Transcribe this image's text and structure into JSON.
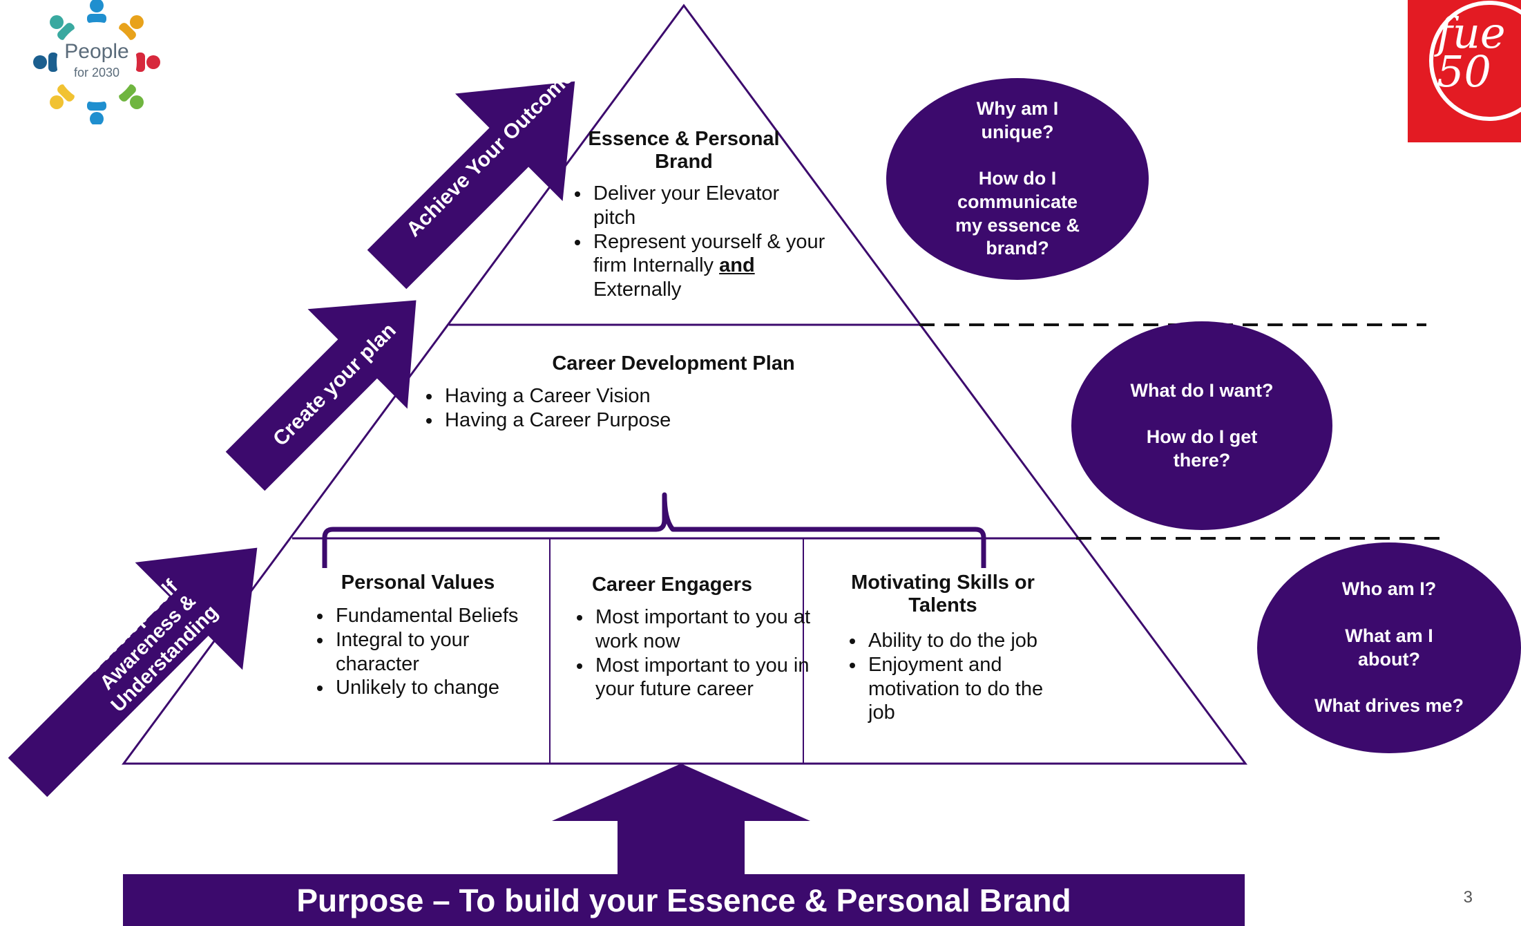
{
  "logos": {
    "people": {
      "line1": "People",
      "line2": "for 2030"
    },
    "fuel": {
      "text": "fue\n50",
      "color": "#e31b23"
    }
  },
  "colors": {
    "brand_purple": "#3c0a6d",
    "outline_purple": "#3c0a6d",
    "logo_red": "#e31b23"
  },
  "arrows": {
    "develop": "Develop Self Awareness &\nUnderstanding",
    "create": "Create your plan",
    "achieve": "Achieve Your Outcome"
  },
  "pyramid": {
    "top": {
      "title": "Essence & Personal\nBrand",
      "bullet1": "Deliver your Elevator pitch",
      "bullet2_before": "Represent yourself & your firm Internally ",
      "bullet2_bold": "and",
      "bullet2_after": " Externally"
    },
    "middle": {
      "title": "Career Development Plan",
      "bullets": [
        "Having a Career Vision",
        "Having a Career Purpose"
      ]
    },
    "bottom": {
      "values": {
        "title": "Personal Values",
        "bullets": [
          "Fundamental Beliefs",
          "Integral to your character",
          "Unlikely to change"
        ]
      },
      "engagers": {
        "title": "Career Engagers",
        "bullets": [
          "Most important to you at work now",
          "Most important to you in your future career"
        ]
      },
      "skills": {
        "title": "Motivating Skills or\nTalents",
        "bullets": [
          "Ability to do the job",
          "Enjoyment and motivation to do the job"
        ]
      }
    }
  },
  "circles": {
    "top": "Why am I\nunique?\n\nHow do I\ncommunicate\nmy essence &\nbrand?",
    "middle": "What do I want?\n\nHow do I get\nthere?",
    "bottom": "Who am I?\n\nWhat am I\nabout?\n\nWhat drives me?"
  },
  "purpose": "Purpose – To build your Essence & Personal Brand",
  "page_number": "3"
}
